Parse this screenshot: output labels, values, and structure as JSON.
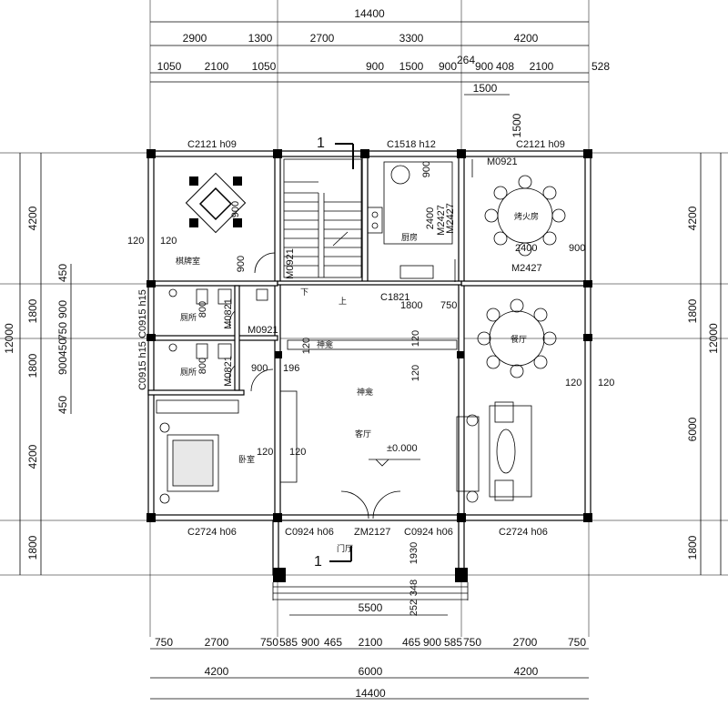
{
  "dims": {
    "top_total": "14400",
    "top_row1": [
      "2900",
      "1300",
      "2700",
      "3300",
      "4200"
    ],
    "top_row2": [
      "1050",
      "2100",
      "1050",
      "900",
      "1500",
      "900",
      "264",
      "900",
      "408",
      "2100",
      "528"
    ],
    "top_small": [
      "1500",
      "1500"
    ],
    "bottom_total": "14400",
    "bottom_row1": [
      "4200",
      "6000",
      "4200"
    ],
    "bottom_row2": [
      "750",
      "2700",
      "750",
      "585",
      "900",
      "465",
      "2100",
      "465",
      "900",
      "585",
      "750",
      "2700",
      "750"
    ],
    "bottom_5500": "5500",
    "left_total": "12000",
    "left_row": [
      "4200",
      "1800",
      "1800",
      "4200",
      "1800"
    ],
    "left_small": [
      "450",
      "900",
      "750",
      "450",
      "900",
      "450"
    ],
    "right_total": "12000",
    "right_row": [
      "4200",
      "1800",
      "6000",
      "1800"
    ],
    "inner": [
      "120",
      "120",
      "900",
      "120",
      "120",
      "900",
      "1800",
      "750",
      "2400",
      "M2427",
      "900",
      "2400",
      "900",
      "120",
      "120",
      "120",
      "120",
      "800",
      "800",
      "196",
      "900",
      "120",
      "1930",
      "348",
      "252"
    ]
  },
  "windows": {
    "w1": "C2121 h09",
    "w2": "C1518 h12",
    "w3": "C2121 h09",
    "w4": "C1821",
    "w5": "C0915 h15",
    "w6": "C0915 h15",
    "w7": "C2724 h06",
    "w8": "C0924 h06",
    "w9": "ZM2127",
    "w10": "C0924 h06",
    "w11": "C2724 h06"
  },
  "doors": {
    "d1": "M0921",
    "d2": "M0921",
    "d3": "M0921",
    "d4": "M2427",
    "d5": "M2427",
    "d6": "M0821",
    "d7": "M0821"
  },
  "rooms": {
    "chess": "棋牌室",
    "kitchen": "厨房",
    "bbq": "烤火房",
    "dining": "餐厅",
    "living": "客厅",
    "bedroom": "卧室",
    "bath1": "厕所",
    "bath2": "厕所",
    "shrine": "神龛",
    "porch": "门厅",
    "down": "下",
    "up": "上",
    "shrine_deco": "神龛"
  },
  "markers": {
    "section_top": "1",
    "section_bottom": "1",
    "level": "±0.000"
  }
}
